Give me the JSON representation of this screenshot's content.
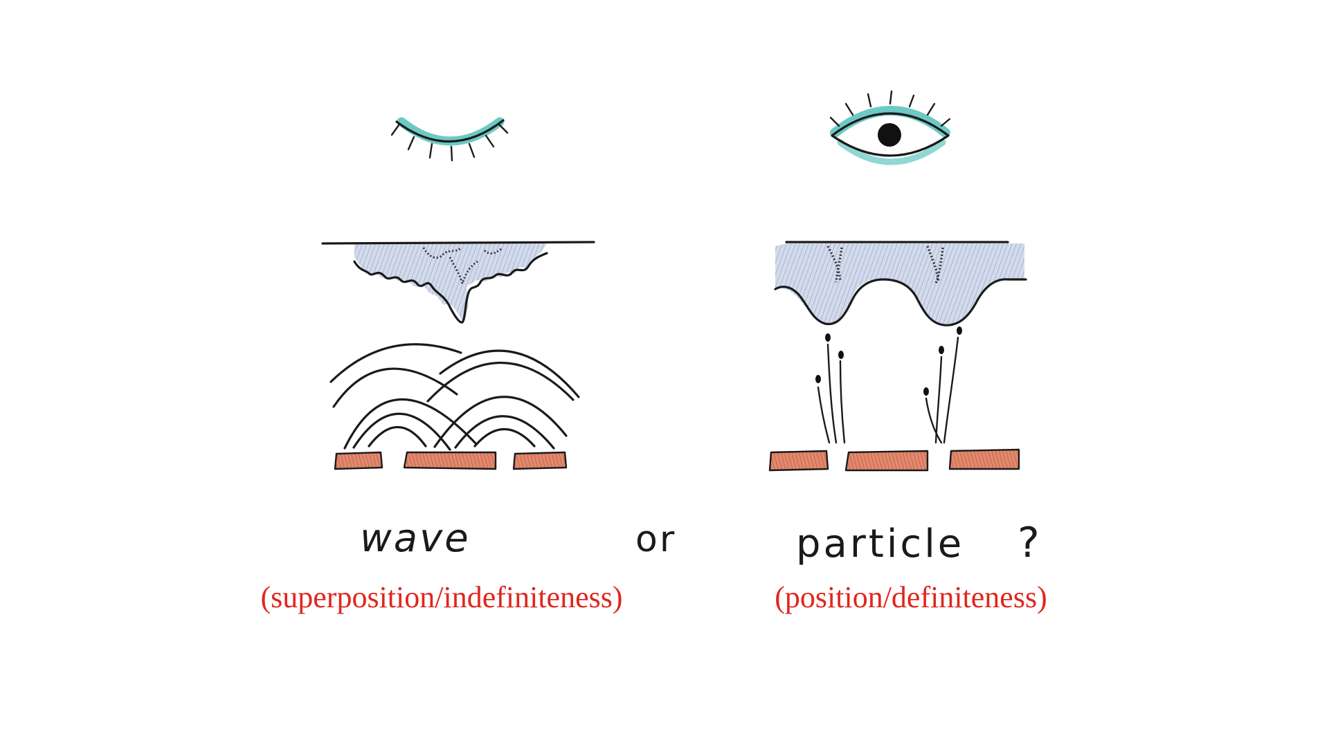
{
  "labels": {
    "wave": "wave",
    "or": "or",
    "particle": "particle",
    "question_mark": "?"
  },
  "captions": {
    "wave": "(superposition/indefiniteness)",
    "particle": "(position/definiteness)"
  },
  "colors": {
    "ink": "#1a1a1a",
    "eyelid": "#6cc9c4",
    "water": "#c3cde2",
    "brick": "#d9725a",
    "caption": "#e0261d"
  },
  "icons": {
    "closed_eye": "closed-eye-icon",
    "open_eye": "open-eye-icon"
  }
}
